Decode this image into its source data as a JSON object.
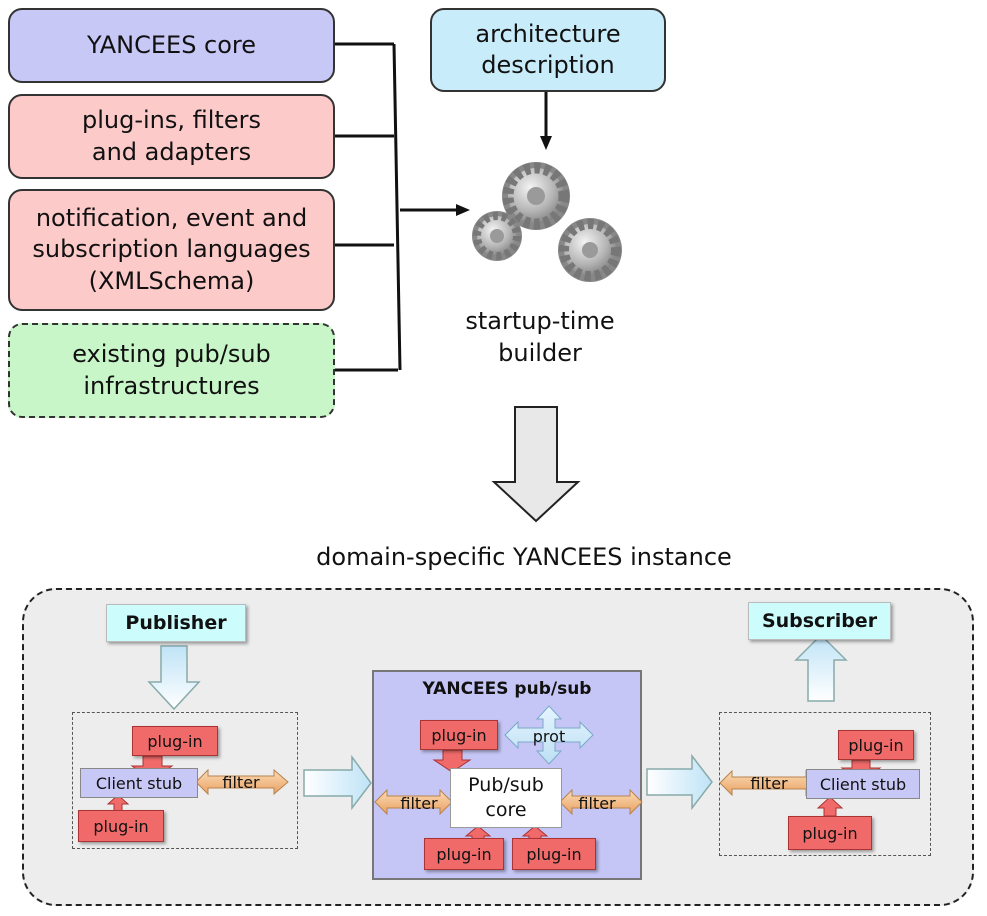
{
  "inputs": {
    "core": "YANCEES core",
    "plugins": "plug-ins, filters\nand adapters",
    "languages": "notification, event and\nsubscription languages\n(XMLSchema)",
    "infra": "existing pub/sub\ninfrastructures"
  },
  "arch_desc": "architecture\ndescription",
  "builder": "startup-time\nbuilder",
  "instance_title": "domain-specific YANCEES instance",
  "publisher": "Publisher",
  "subscriber": "Subscriber",
  "left_group": {
    "plugin_top": "plug-in",
    "client_stub": "Client stub",
    "filter": "filter",
    "plugin_bottom": "plug-in"
  },
  "center": {
    "title": "YANCEES pub/sub",
    "plugin_top": "plug-in",
    "prot": "prot",
    "filter_left": "filter",
    "core": "Pub/sub\ncore",
    "filter_right": "filter",
    "plugin_bottom_left": "plug-in",
    "plugin_bottom_right": "plug-in"
  },
  "right_group": {
    "plugin_top": "plug-in",
    "filter": "filter",
    "client_stub": "Client stub",
    "plugin_bottom": "plug-in"
  },
  "colors": {
    "core": "#c8c8f6",
    "red": "#fdcaca",
    "green": "#c8f6c8",
    "blue": "#c9ecfa",
    "plugin": "#f06a6a",
    "filter": "#f8c99b"
  }
}
